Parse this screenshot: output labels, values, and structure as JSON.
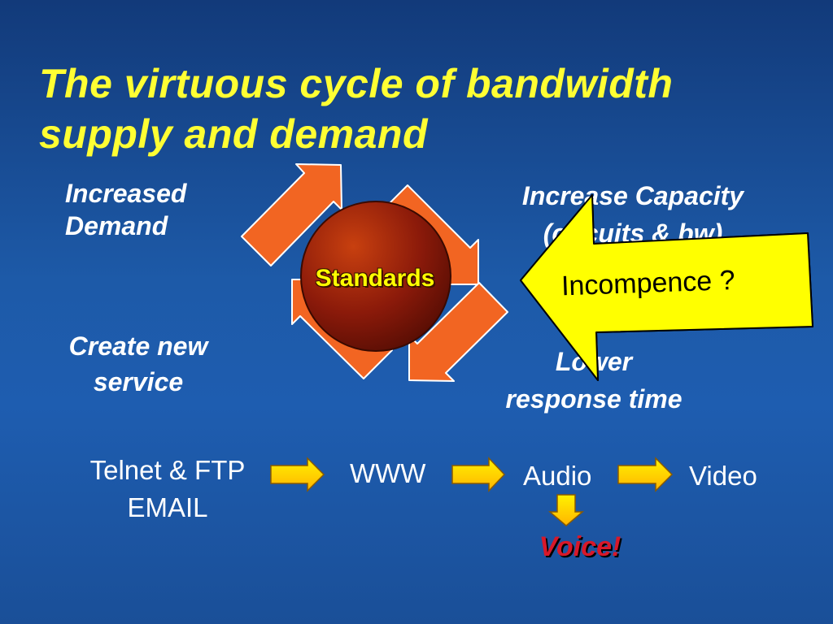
{
  "slide": {
    "title_line1": "The virtuous cycle of bandwidth",
    "title_line2": "supply and demand"
  },
  "cycle": {
    "increased_demand_1": "Increased",
    "increased_demand_2": "Demand",
    "increase_capacity_1": "Increase Capacity",
    "increase_capacity_2": "(circuits & bw)",
    "lower_response_1": "Lower",
    "lower_response_2": "response time",
    "create_service_1": "Create new",
    "create_service_2": "service",
    "center_label": "Standards"
  },
  "callout": {
    "label": "Incompence ?"
  },
  "timeline": {
    "step1_line1": "Telnet & FTP",
    "step1_line2": "EMAIL",
    "step2": "WWW",
    "step3": "Audio",
    "step4": "Video",
    "branch": "Voice!"
  },
  "colors": {
    "cycle_arrow": "#f26522",
    "center_circle": "#8b1a0a",
    "callout_fill": "#ffff00",
    "timeline_arrow": "#ffcc00",
    "title": "#ffff33",
    "voice": "#d8182a"
  }
}
